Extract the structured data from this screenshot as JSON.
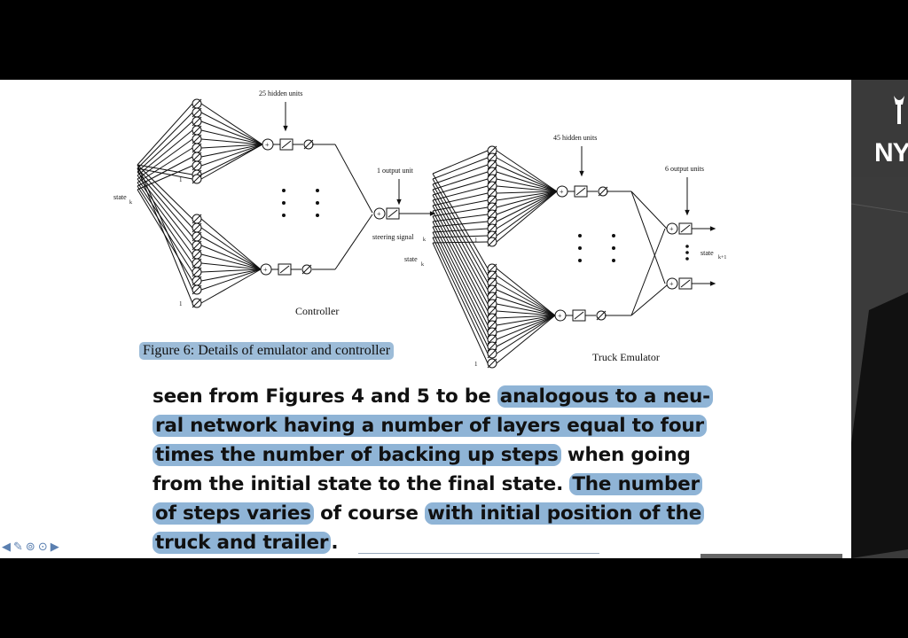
{
  "diagram": {
    "controller_hidden_label": "25 hidden units",
    "controller_output_label": "1 output unit",
    "controller_input_label": "state",
    "controller_input_sub": "k",
    "controller_name": "Controller",
    "steering_label": "steering signal",
    "steering_sub": "k",
    "emulator_state_label": "state",
    "emulator_state_sub": "k",
    "emulator_hidden_label": "45 hidden units",
    "emulator_output_label": "6 output units",
    "emulator_output_state": "state",
    "emulator_output_sub": "k+1",
    "emulator_name": "Truck Emulator",
    "bias_label": "1"
  },
  "caption": "Figure 6: Details of emulator and controller",
  "body": {
    "l1_a": "seen from Figures 4 and 5 to be ",
    "l1_hl": "analogous to a neu-",
    "l2_hl": "ral network having a number of layers equal to four",
    "l3_hl": "times the number of backing up steps",
    "l3_b": " when going",
    "l4_a": "from the initial state to the final state. ",
    "l4_hl": "The number",
    "l5_hl": "of steps varies",
    "l5_b": " of course ",
    "l5_hl2": "with initial position of the",
    "l6_hl": "truck and trailer",
    "l6_b": "."
  },
  "branding": {
    "logo_text": "NY"
  },
  "colors": {
    "highlight": "#8fb4d6",
    "caption_highlight": "#9dbcd8",
    "nav": "#5a7fb0"
  }
}
